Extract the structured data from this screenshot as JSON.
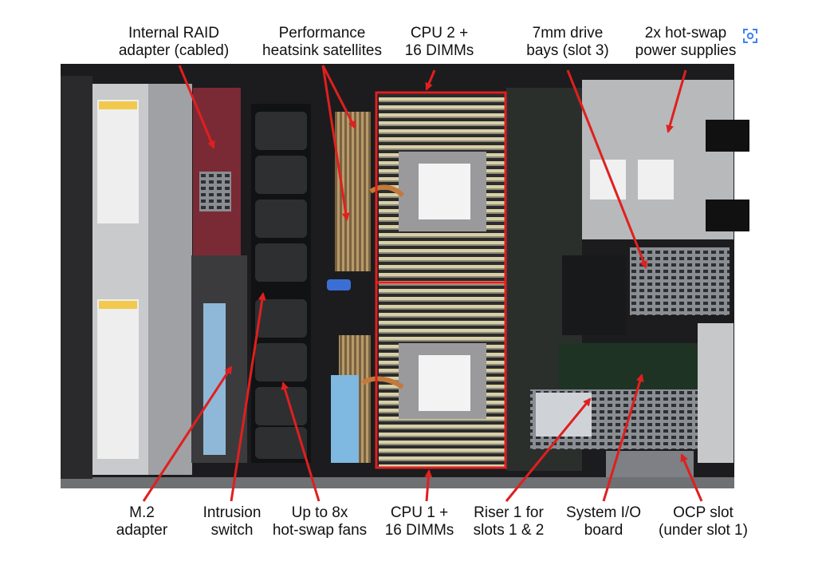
{
  "image": {
    "alt": "Top view of an open rack server with labeled components",
    "accent_color": "#e01f1f",
    "labels_top": [
      {
        "id": "internal-raid-adapter",
        "line1": "Internal RAID",
        "line2": "adapter (cabled)"
      },
      {
        "id": "performance-heatsink-satellites",
        "line1": "Performance",
        "line2": "heatsink satellites"
      },
      {
        "id": "cpu-2",
        "line1": "CPU 2 +",
        "line2": "16 DIMMs"
      },
      {
        "id": "7mm-drive-bays",
        "line1": "7mm drive",
        "line2": "bays (slot 3)"
      },
      {
        "id": "hot-swap-power-supplies",
        "line1": "2x hot-swap",
        "line2": "power supplies"
      }
    ],
    "labels_bottom": [
      {
        "id": "m2-adapter",
        "line1": "M.2",
        "line2": "adapter"
      },
      {
        "id": "intrusion-switch",
        "line1": "Intrusion",
        "line2": "switch"
      },
      {
        "id": "hot-swap-fans",
        "line1": "Up to 8x",
        "line2": "hot-swap fans"
      },
      {
        "id": "cpu-1",
        "line1": "CPU 1 +",
        "line2": "16 DIMMs"
      },
      {
        "id": "riser-1",
        "line1": "Riser 1 for",
        "line2": "slots 1 & 2"
      },
      {
        "id": "system-io-board",
        "line1": "System I/O",
        "line2": "board"
      },
      {
        "id": "ocp-slot",
        "line1": "OCP slot",
        "line2": "(under slot 1)"
      }
    ],
    "icons": {
      "visual_search": "lens-icon"
    }
  }
}
